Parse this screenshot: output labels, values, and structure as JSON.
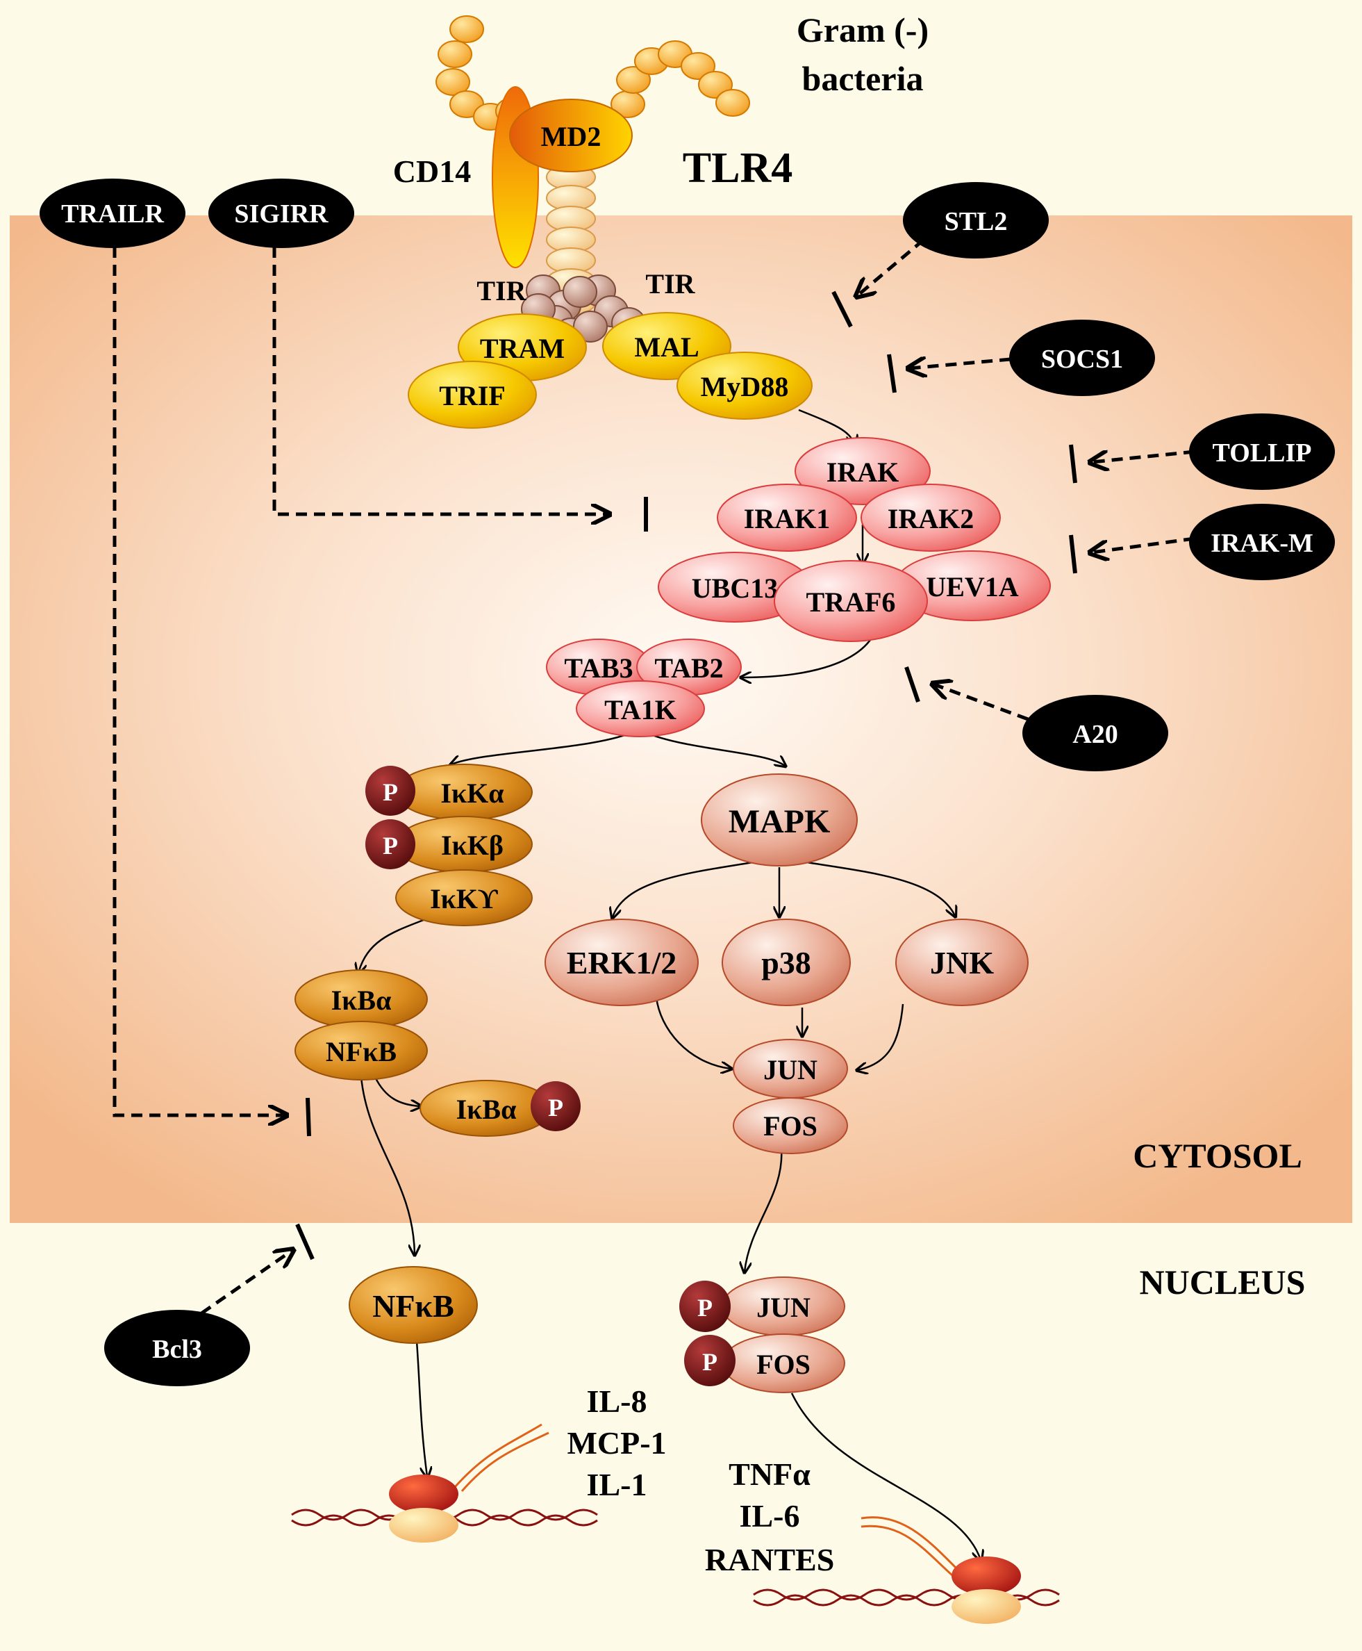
{
  "header": {
    "bacteria_line1": "Gram (-)",
    "bacteria_line2": "bacteria",
    "receptor": "TLR4",
    "cd14": "CD14",
    "md2": "MD2",
    "tir_left": "TIR",
    "tir_right": "TIR"
  },
  "compartments": {
    "cytosol": "CYTOSOL",
    "nucleus": "NUCLEUS"
  },
  "adaptors": {
    "tram": "TRAM",
    "trif": "TRIF",
    "mal": "MAL",
    "myd88": "MyD88"
  },
  "kinases": {
    "irak": "IRAK",
    "irak1": "IRAK1",
    "irak2": "IRAK2",
    "ubc13": "UBC13",
    "traf6": "TRAF6",
    "uev1a": "UEV1A",
    "tab3": "TAB3",
    "tab2": "TAB2",
    "ta1k": "TA1K"
  },
  "ikk": {
    "ikka": "IκKα",
    "ikkb": "IκKβ",
    "ikkg": "IκKϒ",
    "ikba": "IκBα",
    "nfkb": "NFκB",
    "ikba_p": "IκBα",
    "nfkb_nucleus": "NFκB"
  },
  "mapk": {
    "mapk": "MAPK",
    "erk": "ERK1/2",
    "p38": "p38",
    "jnk": "JNK",
    "jun": "JUN",
    "fos": "FOS",
    "jun_nucleus": "JUN",
    "fos_nucleus": "FOS"
  },
  "phospho": "P",
  "inhibitors": {
    "trailr": "TRAILR",
    "sigirr": "SIGIRR",
    "stl2": "STL2",
    "socs1": "SOCS1",
    "tollip": "TOLLIP",
    "irakm": "IRAK-M",
    "a20": "A20",
    "bcl3": "Bcl3"
  },
  "genes_nfkb": [
    "IL-8",
    "MCP-1",
    "IL-1"
  ],
  "genes_ap1": [
    "TNFα",
    "IL-6",
    "RANTES"
  ],
  "colors": {
    "background": "#fdfbe8",
    "cytosol": "#f3b98c",
    "adaptor": "#f3c000",
    "kinase": "#f26a6a",
    "ikk": "#d98a1c",
    "mapk": "#e19a86",
    "phospho": "#6e1010",
    "inhibitor": "#000000"
  }
}
